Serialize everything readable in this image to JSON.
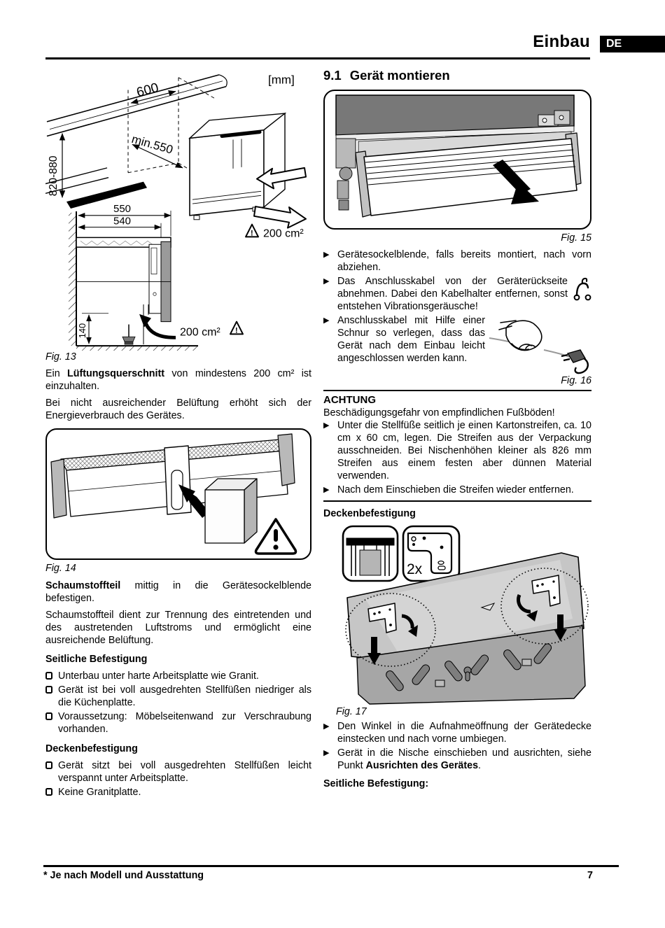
{
  "header": {
    "title": "Einbau",
    "lang": "DE"
  },
  "left_col": {
    "fig13": {
      "caption": "Fig. 13",
      "unit_label": "[mm]",
      "dim_niche_width": "600",
      "dim_min_depth": "min.550",
      "dim_height_range": "820-880",
      "dim_550": "550",
      "dim_540": "540",
      "dim_140": "140",
      "vent_area_top": "200 cm²",
      "vent_area_bottom": "200 cm²",
      "warn_mark": "!"
    },
    "p1": {
      "pre": "Ein ",
      "bold": "Lüftungsquerschnitt",
      "post": " von mindestens 200 cm² ist einzuhalten."
    },
    "p2": "Bei nicht ausreichender Belüftung erhöht sich der Energieverbrauch des Gerätes.",
    "fig14": {
      "caption": "Fig. 14",
      "warn_mark": "!"
    },
    "p3": {
      "bold": "Schaumstoffteil",
      "post": " mittig in die Gerätesockelblende befestigen."
    },
    "p4": "Schaumstoffteil dient zur Trennung des eintretenden und des austretenden Luftstroms und ermöglicht eine ausreichende Belüftung.",
    "side_heading": "Seitliche Befestigung",
    "side_items": [
      "Unterbau unter harte Arbeitsplatte wie Granit.",
      "Gerät ist bei voll ausgedrehten Stellfüßen niedriger als die Küchenplatte.",
      "Voraussetzung: Möbelseitenwand zur Verschraubung vorhanden."
    ],
    "ceiling_heading": "Deckenbefestigung",
    "ceiling_items": [
      "Gerät sitzt bei voll ausgedrehten Stellfüßen leicht verspannt unter Arbeitsplatte.",
      "Keine Granitplatte."
    ]
  },
  "right_col": {
    "section": {
      "number": "9.1",
      "title": "Gerät montieren"
    },
    "fig15": {
      "caption": "Fig. 15"
    },
    "steps1": [
      "Gerätesockelblende, falls bereits montiert, nach vorn abziehen.",
      "Das Anschlusskabel von der Geräterückseite abnehmen. Dabei den Kabelhalter entfernen, sonst entstehen Vibrationsgeräusche!",
      "Anschlusskabel mit Hilfe einer Schnur so verlegen, dass das Gerät nach dem Einbau leicht angeschlossen werden kann."
    ],
    "fig16": {
      "caption": "Fig. 16"
    },
    "attention": {
      "title": "ACHTUNG",
      "lead": "Beschädigungsgefahr von empfindlichen Fußböden!",
      "steps": [
        "Unter die Stellfüße seitlich je einen Kartonstreifen, ca. 10 cm x 60 cm, legen. Die Streifen aus der Verpackung ausschneiden. Bei Nischenhöhen kleiner als 826 mm Streifen aus einem festen aber dünnen Material verwenden.",
        "Nach dem Einschieben die Streifen wieder entfernen."
      ]
    },
    "ceiling_heading": "Deckenbefestigung",
    "fig17": {
      "caption": "Fig. 17",
      "qty_label": "2x"
    },
    "step2_0": "Den Winkel in die Aufnahmeöffnung der Gerätedecke einstecken und nach vorne umbiegen.",
    "step2_1": {
      "pre": "Gerät in die Nische einschieben und ausrichten, siehe Punkt ",
      "bold": "Ausrichten des Gerätes",
      "post": "."
    },
    "side_heading": "Seitliche Befestigung:"
  },
  "footer": {
    "note": "* Je nach Modell und Ausstattung",
    "page_number": "7"
  },
  "colors": {
    "ink": "#000000",
    "badge_bg": "#000000",
    "door_gray": "#787878",
    "body_gray": "#c6c6c6"
  }
}
